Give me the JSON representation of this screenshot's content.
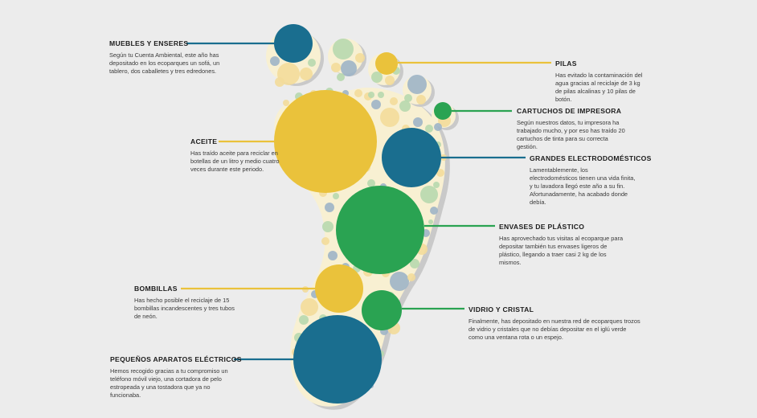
{
  "colors": {
    "background": "#ececec",
    "foot_fill": "#f8f0d2",
    "foot_shadow": "#c9c9c9",
    "blue": "#1a6e8f",
    "yellow": "#eac23b",
    "green": "#2aa352",
    "light_blue": "#9db4c6",
    "light_green": "#b7d8ae",
    "light_yellow": "#f3dc9a"
  },
  "categories": [
    {
      "id": "muebles",
      "title": "MUEBLES Y ENSERES",
      "text": "Según tu Cuenta Ambiental, este año has depositado en los ecoparques un sofá, un tablero, dos caballetes y tres edredones.",
      "color": "blue"
    },
    {
      "id": "pilas",
      "title": "PILAS",
      "text": "Has evitado la contaminación del agua gracias al reciclaje de 3 kg de pilas alcalinas y 10 pilas de botón.",
      "color": "yellow"
    },
    {
      "id": "cartuchos",
      "title": "CARTUCHOS DE IMPRESORA",
      "text": "Según nuestros datos, tu impresora ha trabajado mucho, y por eso has traído 20 cartuchos de tinta para su correcta gestión.",
      "color": "green"
    },
    {
      "id": "aceite",
      "title": "ACEITE",
      "text": "Has traído aceite para reciclar en botellas de un litro y medio cuatro veces durante este periodo.",
      "color": "yellow"
    },
    {
      "id": "electrodomesticos",
      "title": "GRANDES ELECTRODOMÉSTICOS",
      "text": "Lamentablemente, los electrodomésticos tienen una vida finita, y tu lavadora llegó este año a su fin. Afortunadamente, ha acabado donde debía.",
      "color": "blue"
    },
    {
      "id": "plastico",
      "title": "ENVASES DE PLÁSTICO",
      "text": "Has aprovechado tus visitas al ecoparque para depositar también tus envases ligeros de plástico, llegando a traer casi 2 kg de los mismos.",
      "color": "green"
    },
    {
      "id": "bombillas",
      "title": "BOMBILLAS",
      "text": "Has hecho posible el reciclaje de 15 bombillas incandescentes y tres tubos de neón.",
      "color": "yellow"
    },
    {
      "id": "vidrio",
      "title": "VIDRIO Y CRISTAL",
      "text": "Finalmente, has depositado en nuestra red de ecoparques trozos de vidrio y cristales que no debías depositar en el iglú verde como una ventana rota o un espejo.",
      "color": "green"
    },
    {
      "id": "aparatos",
      "title": "PEQUEÑOS APARATOS ELÉCTRICOS",
      "text": "Hemos recogido gracias a tu compromiso un teléfono móvil viejo, una cortadora de pelo estropeada y una tostadora que ya no funcionaba.",
      "color": "blue"
    }
  ]
}
